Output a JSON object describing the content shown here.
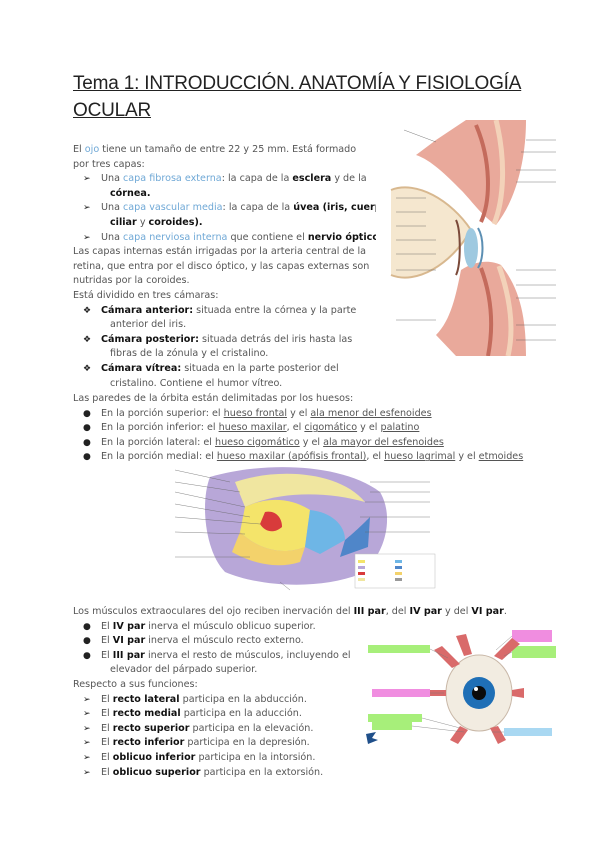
{
  "title_line1": "Tema 1: INTRODUCCIÓN. ANATOMÍA Y FISIOLOGÍA",
  "title_line2": "OCULAR",
  "intro": {
    "a": "El ",
    "b": "ojo",
    "c": " tiene un tamaño de entre 22 y 25 mm. Está formado",
    "d": "por tres capas:"
  },
  "capas": [
    {
      "pre": "Una ",
      "hl": "capa fibrosa externa",
      "mid": ": la capa de la ",
      "bold1": "esclera",
      "post": " y de la",
      "cont": "córnea."
    },
    {
      "pre": "Una ",
      "hl": "capa vascular media",
      "mid": ": la capa de la ",
      "bold1": "úvea (iris, cuerpo",
      "cont_bold": "ciliar",
      "cont_mid": " y ",
      "cont_bold2": "coroides)."
    },
    {
      "pre": "Una ",
      "hl": "capa nerviosa interna",
      "mid": " que contiene el ",
      "bold1": "nervio óptico"
    }
  ],
  "irrigacion": [
    "Las capas internas están irrigadas por la arteria central de la",
    "retina, que entra por el disco óptico, y las capas externas son",
    "nutridas por la coroides."
  ],
  "camaras_intro": "Está dividido en tres cámaras:",
  "camaras": [
    {
      "name": "Cámara anterior:",
      "t1": " situada entre la córnea y la parte",
      "t2": "anterior del iris."
    },
    {
      "name": "Cámara posterior:",
      "t1": " situada detrás del iris hasta las",
      "t2": "fibras de la zónula y el cristalino."
    },
    {
      "name": "Cámara vítrea:",
      "t1": " situada en la parte posterior del",
      "t2": "cristalino. Contiene el humor vítreo."
    }
  ],
  "orbita_intro": "Las paredes de la órbita están delimitadas por los huesos:",
  "orbita": [
    {
      "pre": "En la porción superior: el ",
      "parts": [
        "hueso frontal",
        " y el ",
        "ala menor del esfenoides"
      ]
    },
    {
      "pre": "En la porción inferior: el ",
      "parts": [
        "hueso maxilar",
        ", el ",
        "cigomático",
        " y el ",
        "palatino"
      ]
    },
    {
      "pre": "En la porción lateral: el ",
      "parts": [
        "hueso cigomático",
        " y el ",
        "ala mayor del esfenoides"
      ]
    },
    {
      "pre": "En la porción medial: el ",
      "parts": [
        "hueso maxilar (apófisis frontal)",
        ", el ",
        "hueso lagrimal",
        " y el ",
        "etmoides"
      ]
    }
  ],
  "musculos_intro": {
    "a": "Los músculos extraoculares del ojo reciben inervación del ",
    "b": "III par",
    "c": ", del ",
    "d": "IV par",
    "e": " y del ",
    "f": "VI par",
    "g": "."
  },
  "pares": [
    {
      "pre": "El ",
      "b": "IV par",
      "post": " inerva el músculo oblicuo superior."
    },
    {
      "pre": "El ",
      "b": "VI par",
      "post": " inerva el músculo recto externo."
    },
    {
      "pre": "El ",
      "b": "III par",
      "post": " inerva el resto de músculos, incluyendo el",
      "cont": "elevador del párpado superior."
    }
  ],
  "funciones_intro": "Respecto a sus funciones:",
  "funciones": [
    {
      "pre": "El ",
      "b": "recto lateral",
      "post": " participa en la abducción."
    },
    {
      "pre": "El ",
      "b": "recto medial",
      "post": " participa en la aducción."
    },
    {
      "pre": "El ",
      "b": "recto superior",
      "post": " participa en la elevación."
    },
    {
      "pre": "El ",
      "b": "recto inferior",
      "post": " participa en la depresión."
    },
    {
      "pre": "El ",
      "b": "oblicuo inferior",
      "post": " participa en la intorsión."
    },
    {
      "pre": "El ",
      "b": "oblicuo superior",
      "post": " participa en la extorsión."
    }
  ],
  "colors": {
    "highlight": "#6fa8d6",
    "text": "#555555",
    "bold": "#111111"
  }
}
